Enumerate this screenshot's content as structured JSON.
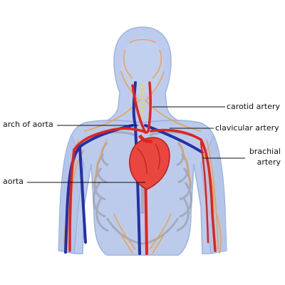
{
  "labels": {
    "carotid_artery": "carotid artery",
    "arch_of_aorta": "arch of aorta",
    "clavicular_artery": "clavicular artery",
    "brachial_artery_line1": "brachial",
    "brachial_artery_line2": "artery",
    "aorta": "aorta"
  },
  "colors": {
    "body_fill": "#b9c9ec",
    "body_edge": "#95aedf",
    "artery": "#e1241b",
    "vein": "#2431a6",
    "nerve": "#f0a040",
    "bone": "#9aa0ad",
    "heart": "#e8463e",
    "leader_line": "#111111"
  }
}
